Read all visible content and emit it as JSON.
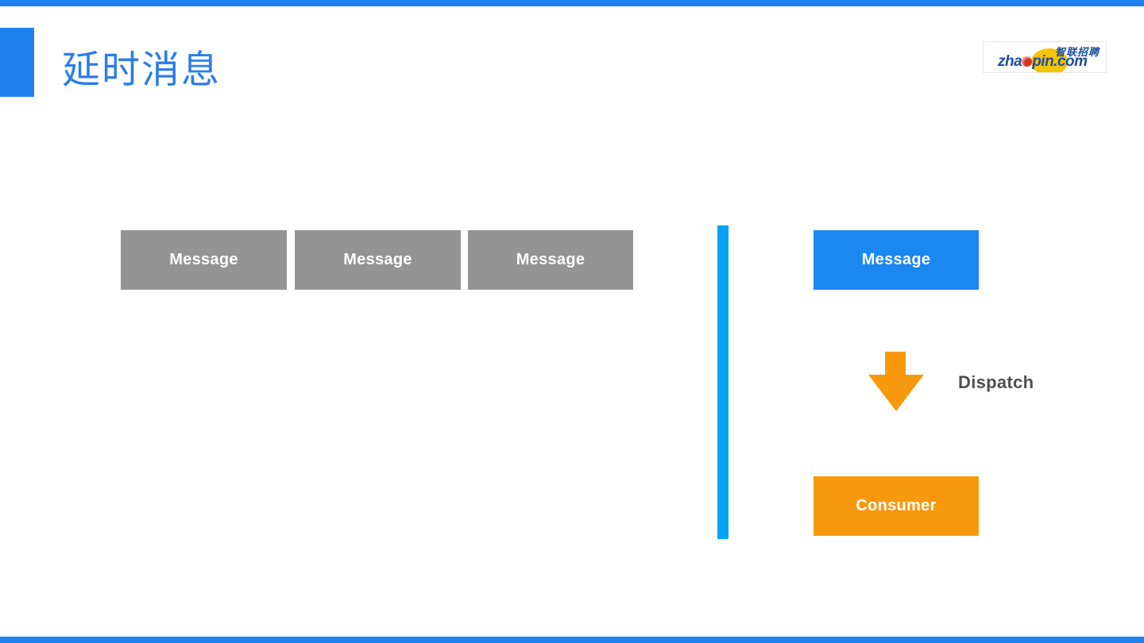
{
  "colors": {
    "brand-blue": "#1e82ee",
    "title-blue": "#2b7de9",
    "accent-cyan": "#06a2f6",
    "box-gray": "#949494",
    "box-blue": "#1b87f0",
    "box-orange": "#f8990d",
    "label-gray": "#4f4f4f",
    "logo-blue": "#1c4fa1",
    "logo-yellow": "#f5c402",
    "logo-red": "#d93025"
  },
  "header": {
    "title": "延时消息"
  },
  "logo": {
    "cn": "智联招聘",
    "en_part1": "zha",
    "en_part2": "pin.com"
  },
  "diagram": {
    "queue_messages": [
      {
        "label": "Message"
      },
      {
        "label": "Message"
      },
      {
        "label": "Message"
      }
    ],
    "dispatched_message": "Message",
    "dispatch_label": "Dispatch",
    "consumer_label": "Consumer"
  }
}
